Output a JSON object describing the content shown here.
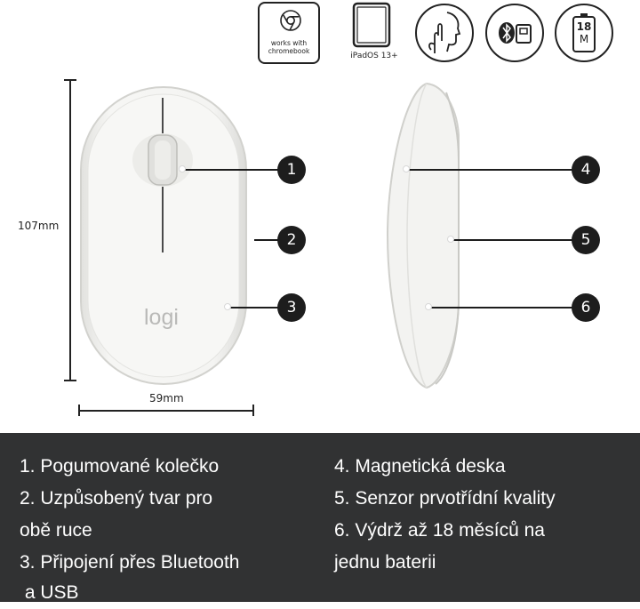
{
  "badges": {
    "chrome_line1": "works with",
    "chrome_line2": "chromebook",
    "ipad_label": "iPadOS 13+",
    "battery_number": "18",
    "battery_unit": "M"
  },
  "dimensions": {
    "height": "107mm",
    "width": "59mm"
  },
  "mouse_logo": "logi",
  "markers": [
    "1",
    "2",
    "3",
    "4",
    "5",
    "6"
  ],
  "features_left": [
    "1. Pogumované kolečko",
    "2. Uzpůsobený tvar pro",
    "obě ruce",
    "3. Připojení přes Bluetooth",
    " a USB"
  ],
  "features_right": [
    "4. Magnetická deska",
    "5. Senzor prvotřídní kvality",
    "6. Výdrž až 18 měsíců na",
    "jednu baterii"
  ],
  "colors": {
    "panel_background": "#313233",
    "marker": "#1d1d1d",
    "mouse_body": "#f4f4f2"
  }
}
